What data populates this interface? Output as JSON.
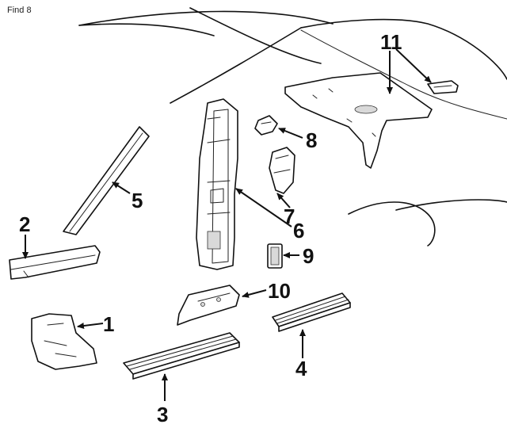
{
  "header": {
    "label": "Find 8"
  },
  "callouts": {
    "c1": "1",
    "c2": "2",
    "c3": "3",
    "c4": "4",
    "c5": "5",
    "c6": "6",
    "c7": "7",
    "c8": "8",
    "c9": "9",
    "c10": "10",
    "c11": "11"
  }
}
